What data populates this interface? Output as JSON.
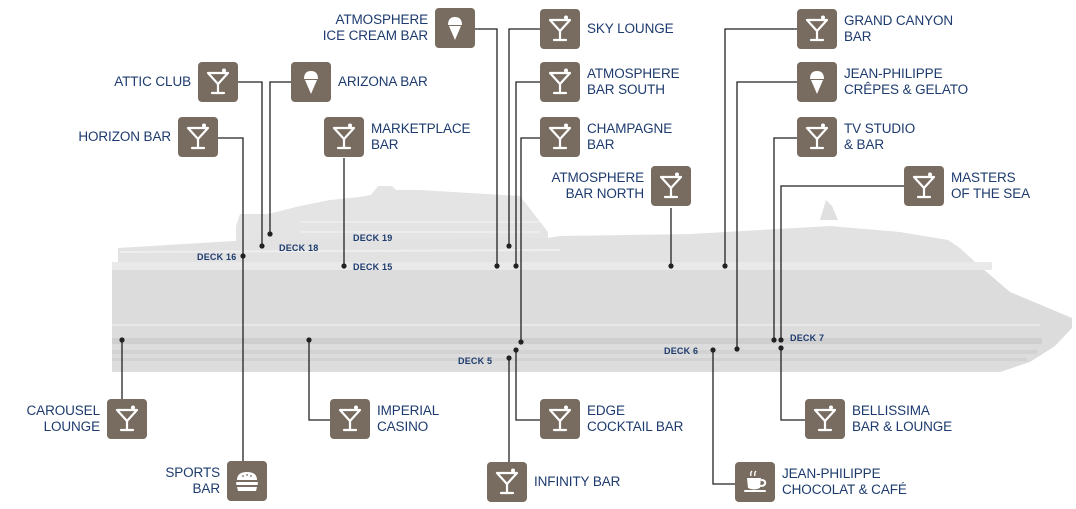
{
  "colors": {
    "icon_bg": "#786b60",
    "label": "#1d3b6e",
    "hull": "#dcdcdc",
    "leader": "#222222"
  },
  "decks": {
    "d5": "DECK 5",
    "d6": "DECK 6",
    "d7": "DECK 7",
    "d15": "DECK 15",
    "d16": "DECK 16",
    "d18": "DECK 18",
    "d19": "DECK 19"
  },
  "venues": {
    "atmosphere_ice_cream_bar": {
      "line1": "ATMOSPHERE",
      "line2": "ICE CREAM BAR",
      "icon": "ice-cream-icon"
    },
    "sky_lounge": {
      "line1": "SKY LOUNGE",
      "icon": "cocktail-icon"
    },
    "grand_canyon_bar": {
      "line1": "GRAND CANYON",
      "line2": "BAR",
      "icon": "cocktail-icon"
    },
    "attic_club": {
      "line1": "ATTIC CLUB",
      "icon": "cocktail-icon"
    },
    "arizona_bar": {
      "line1": "ARIZONA BAR",
      "icon": "ice-cream-icon"
    },
    "atmosphere_bar_south": {
      "line1": "ATMOSPHERE",
      "line2": "BAR SOUTH",
      "icon": "cocktail-icon"
    },
    "jean_philippe_crepes": {
      "line1": "JEAN-PHILIPPE",
      "line2": "CRÊPES & GELATO",
      "icon": "ice-cream-icon"
    },
    "horizon_bar": {
      "line1": "HORIZON BAR",
      "icon": "cocktail-icon"
    },
    "marketplace_bar": {
      "line1": "MARKETPLACE",
      "line2": "BAR",
      "icon": "cocktail-icon"
    },
    "champagne_bar": {
      "line1": "CHAMPAGNE",
      "line2": "BAR",
      "icon": "cocktail-icon"
    },
    "tv_studio_bar": {
      "line1": "TV STUDIO",
      "line2": "& BAR",
      "icon": "cocktail-icon"
    },
    "atmosphere_bar_north": {
      "line1": "ATMOSPHERE",
      "line2": "BAR NORTH",
      "icon": "cocktail-icon"
    },
    "masters_of_the_sea": {
      "line1": "MASTERS",
      "line2": "OF THE SEA",
      "icon": "cocktail-icon"
    },
    "carousel_lounge": {
      "line1": "CAROUSEL",
      "line2": "LOUNGE",
      "icon": "cocktail-icon"
    },
    "imperial_casino": {
      "line1": "IMPERIAL",
      "line2": "CASINO",
      "icon": "cocktail-icon"
    },
    "edge_cocktail_bar": {
      "line1": "EDGE",
      "line2": "COCKTAIL BAR",
      "icon": "cocktail-icon"
    },
    "bellissima_bar": {
      "line1": "BELLISSIMA",
      "line2": "BAR & LOUNGE",
      "icon": "cocktail-icon"
    },
    "sports_bar": {
      "line1": "SPORTS",
      "line2": "BAR",
      "icon": "burger-icon"
    },
    "infinity_bar": {
      "line1": "INFINITY BAR",
      "icon": "cocktail-icon"
    },
    "jean_philippe_chocolat": {
      "line1": "JEAN-PHILIPPE",
      "line2": "CHOCOLAT & CAFÉ",
      "icon": "coffee-cup-icon"
    }
  }
}
